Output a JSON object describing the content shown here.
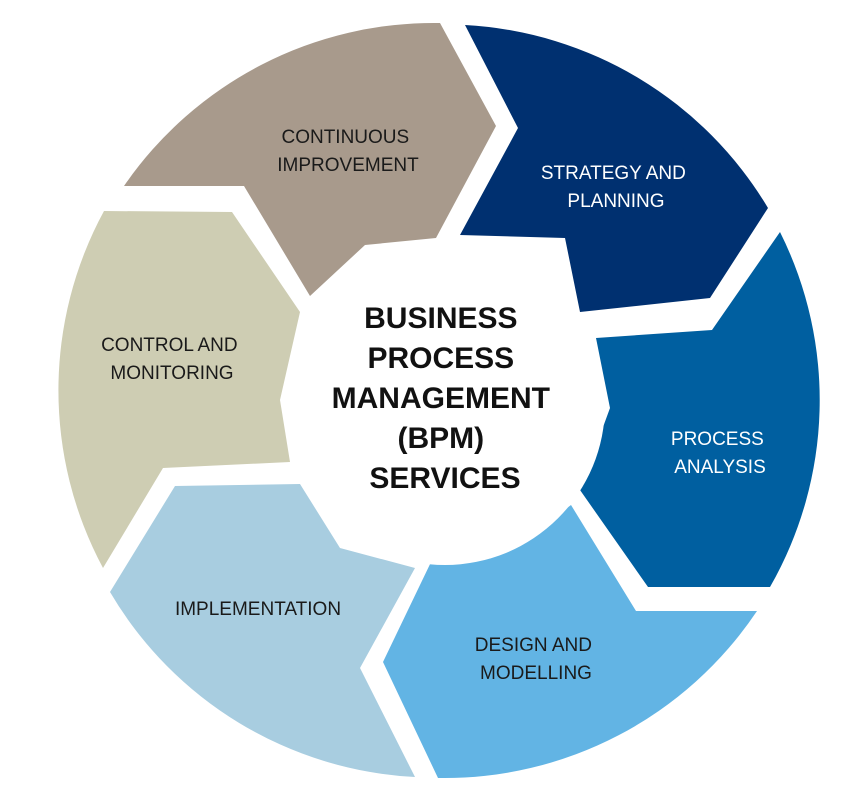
{
  "center": {
    "lines": [
      "BUSINESS",
      "PROCESS",
      "MANAGEMENT",
      "(BPM)",
      "SERVICES"
    ]
  },
  "segments": [
    {
      "lines": [
        "STRATEGY AND",
        "PLANNING"
      ],
      "color": "#003070",
      "text_color": "#ffffff"
    },
    {
      "lines": [
        "PROCESS",
        "ANALYSIS"
      ],
      "color": "#005fa0",
      "text_color": "#ffffff"
    },
    {
      "lines": [
        "DESIGN AND",
        "MODELLING"
      ],
      "color": "#62b4e4",
      "text_color": "#1a1a1a"
    },
    {
      "lines": [
        "IMPLEMENTATION"
      ],
      "color": "#a8cde0",
      "text_color": "#1a1a1a"
    },
    {
      "lines": [
        "CONTROL AND",
        "MONITORING"
      ],
      "color": "#cecdb3",
      "text_color": "#1a1a1a"
    },
    {
      "lines": [
        "CONTINUOUS",
        "IMPROVEMENT"
      ],
      "color": "#a89a8c",
      "text_color": "#1a1a1a"
    }
  ]
}
